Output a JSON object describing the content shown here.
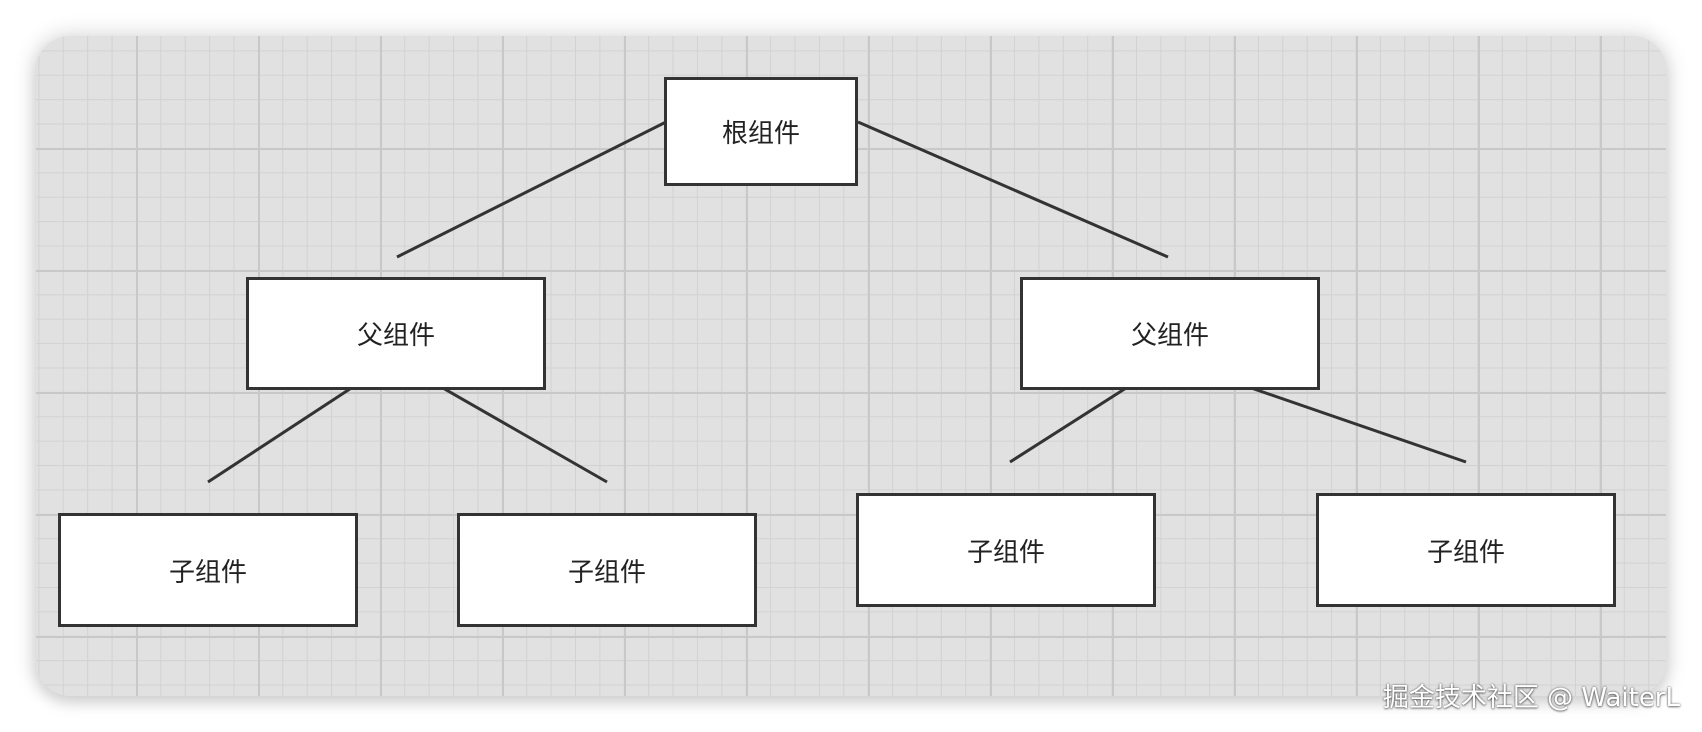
{
  "diagram": {
    "nodes": {
      "root": "根组件",
      "parent_left": "父组件",
      "parent_right": "父组件",
      "child_left_1": "子组件",
      "child_left_2": "子组件",
      "child_right_1": "子组件",
      "child_right_2": "子组件"
    },
    "edges": [
      [
        "root",
        "parent_left"
      ],
      [
        "root",
        "parent_right"
      ],
      [
        "parent_left",
        "child_left_1"
      ],
      [
        "parent_left",
        "child_left_2"
      ],
      [
        "parent_right",
        "child_right_1"
      ],
      [
        "parent_right",
        "child_right_2"
      ]
    ]
  },
  "watermark": "掘金技术社区 @ WaiterL",
  "colors": {
    "canvas": "#e1e1e1",
    "grid": "#c8c8c8",
    "stroke": "#333333",
    "node_fill": "#ffffff"
  }
}
